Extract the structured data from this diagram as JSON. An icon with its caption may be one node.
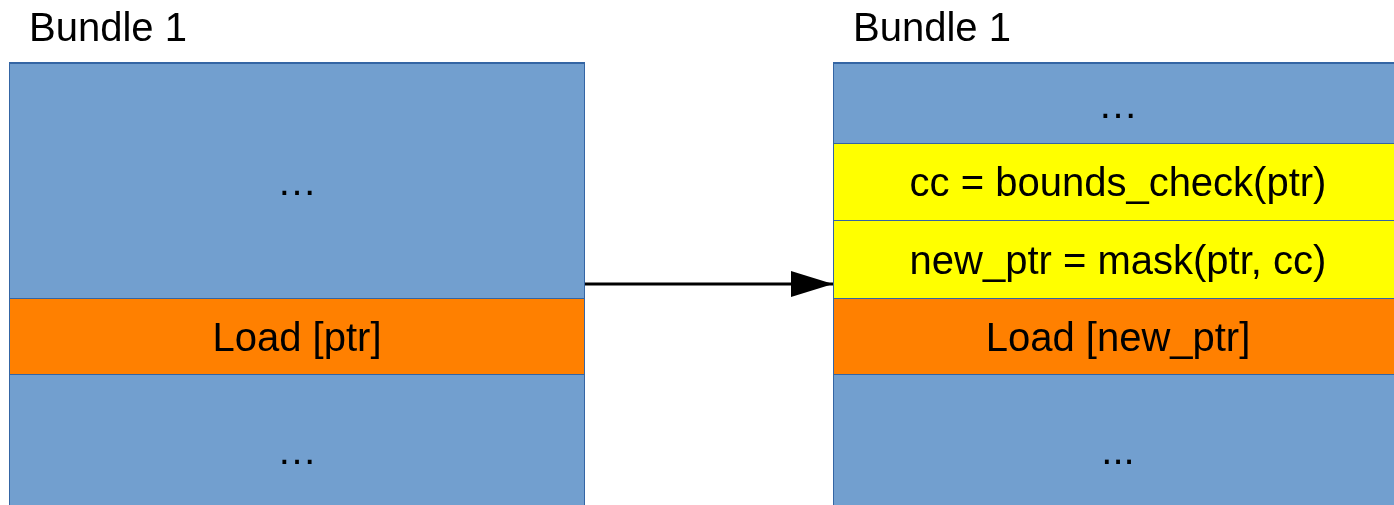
{
  "diagram": {
    "nodes": [
      {
        "text": [
          "Bundle 1"
        ]
      },
      {
        "text": [
          "…"
        ],
        "in": 0
      },
      {
        "text": [
          "Load [ptr]"
        ],
        "in": 0
      },
      {
        "text": [
          "…"
        ],
        "in": 0
      },
      {
        "text": [
          "Bundle 1"
        ]
      },
      {
        "text": [
          "…"
        ],
        "in": 4
      },
      {
        "text": [
          "cc = bounds_check(ptr)"
        ],
        "in": 4
      },
      {
        "text": [
          "new_ptr = mask(ptr, cc)"
        ],
        "in": 4
      },
      {
        "text": [
          "Load [new_ptr]"
        ],
        "in": 4
      },
      {
        "text": [
          "..."
        ],
        "in": 4
      }
    ],
    "edges": [
      {
        "from": 0,
        "to": 4,
        "arrow": "to"
      }
    ]
  }
}
